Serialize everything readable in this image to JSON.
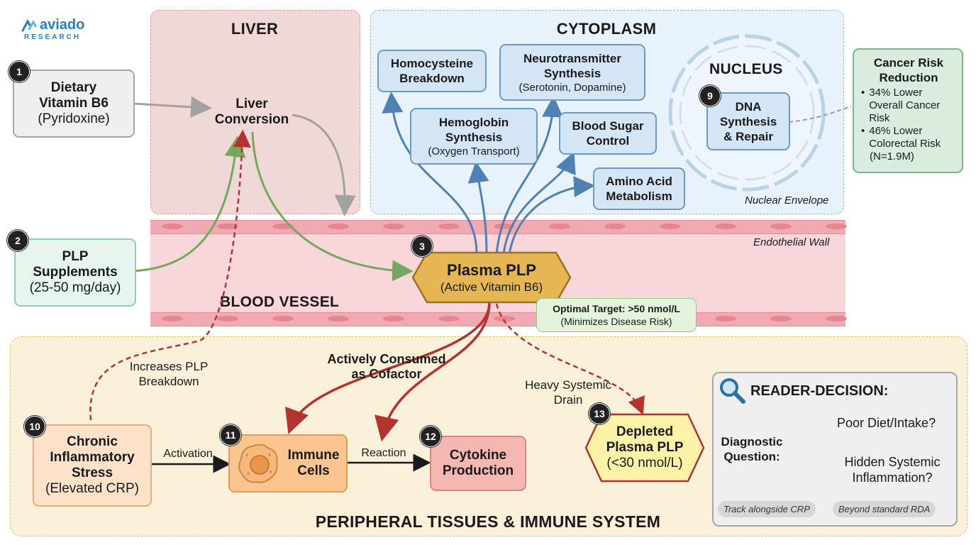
{
  "brand": {
    "name": "aviado",
    "sub": "RESEARCH",
    "accent": "#2a7fb8"
  },
  "regions": {
    "liver": "LIVER",
    "cytoplasm": "CYTOPLASM",
    "nucleus": "NUCLEUS",
    "nuclear_envelope": "Nuclear Envelope",
    "endothelial_wall": "Endothelial Wall",
    "blood_vessel": "BLOOD VESSEL",
    "peripheral": "PERIPHERAL TISSUES & IMMUNE SYSTEM"
  },
  "nodes": {
    "n1": {
      "badge": "1",
      "title1": "Dietary",
      "title2": "Vitamin B6",
      "sub": "(Pyridoxine)"
    },
    "liver_conversion": {
      "line1": "Liver",
      "line2": "Conversion"
    },
    "n2": {
      "badge": "2",
      "title1": "PLP",
      "title2": "Supplements",
      "sub": "(25-50 mg/day)"
    },
    "n3": {
      "badge": "3",
      "title": "Plasma PLP",
      "sub": "(Active Vitamin B6)"
    },
    "homocysteine": {
      "line1": "Homocysteine",
      "line2": "Breakdown"
    },
    "neuro": {
      "line1": "Neurotransmitter",
      "line2": "Synthesis",
      "sub": "(Serotonin, Dopamine)"
    },
    "hemoglobin": {
      "line1": "Hemoglobin",
      "line2": "Synthesis",
      "sub": "(Oxygen Transport)"
    },
    "blood_sugar": {
      "line1": "Blood Sugar",
      "line2": "Control"
    },
    "amino": {
      "line1": "Amino Acid",
      "line2": "Metabolism"
    },
    "n9": {
      "badge": "9",
      "line1": "DNA",
      "line2": "Synthesis",
      "line3": "& Repair"
    },
    "cancer": {
      "title1": "Cancer Risk",
      "title2": "Reduction",
      "bullets": [
        "34% Lower Overall Cancer Risk",
        "46% Lower Colorectal Risk"
      ],
      "note": "(N=1.9M)"
    },
    "target": {
      "line1": "Optimal Target: >50 nmol/L",
      "line2": "(Minimizes Disease Risk)"
    },
    "n10": {
      "badge": "10",
      "line1": "Chronic",
      "line2": "Inflammatory",
      "line3": "Stress",
      "sub": "(Elevated CRP)"
    },
    "n11": {
      "badge": "11",
      "line1": "Immune",
      "line2": "Cells"
    },
    "n12": {
      "badge": "12",
      "line1": "Cytokine",
      "line2": "Production"
    },
    "n13": {
      "badge": "13",
      "line1": "Depleted",
      "line2": "Plasma PLP",
      "sub": "(<30 nmol/L)"
    }
  },
  "edge_labels": {
    "increases1": "Increases PLP",
    "increases2": "Breakdown",
    "consumed1": "Actively Consumed",
    "consumed2": "as Cofactor",
    "drain1": "Heavy Systemic",
    "drain2": "Drain",
    "activation": "Activation",
    "reaction": "Reaction"
  },
  "decision": {
    "title": "READER-DECISION:",
    "question1": "Diagnostic",
    "question2": "Question:",
    "option1": "Poor Diet/Intake?",
    "option2a": "Hidden Systemic",
    "option2b": "Inflammation?",
    "pill1": "Track alongside CRP",
    "pill2": "Beyond standard RDA"
  },
  "colors": {
    "blue_arrow": "#4f81b5",
    "green_arrow": "#74a85e",
    "gray_arrow": "#a2a2a2",
    "red_arrow": "#b3342e",
    "plasma_fill": "#e5b653"
  },
  "icons": [
    "search-icon",
    "immune-cell-icon",
    "logo-icon"
  ]
}
